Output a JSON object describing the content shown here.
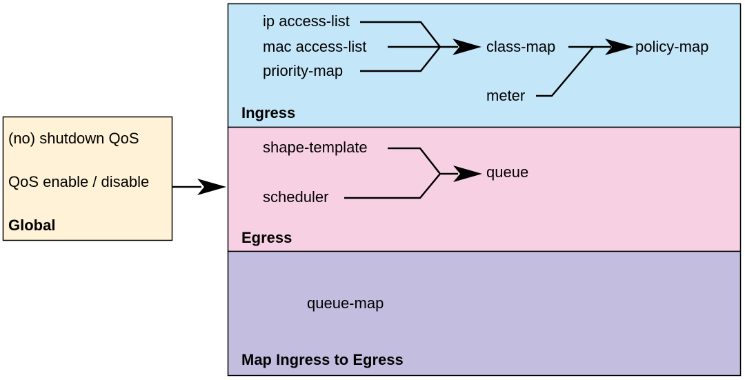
{
  "colors": {
    "global_fill": "#fff2d6",
    "ingress_fill": "#c3e6f8",
    "egress_fill": "#f8d0e3",
    "map_fill": "#c3bee0",
    "line": "#000000"
  },
  "global": {
    "title": "Global",
    "items": [
      "(no) shutdown QoS",
      "QoS enable / disable"
    ]
  },
  "ingress": {
    "title": "Ingress",
    "inputs": [
      "ip access-list",
      "mac access-list",
      "priority-map"
    ],
    "class_map": "class-map",
    "meter": "meter",
    "policy_map": "policy-map"
  },
  "egress": {
    "title": "Egress",
    "inputs": [
      "shape-template",
      "scheduler"
    ],
    "queue": "queue"
  },
  "mapping": {
    "title": "Map Ingress to Egress",
    "queue_map": "queue-map"
  }
}
